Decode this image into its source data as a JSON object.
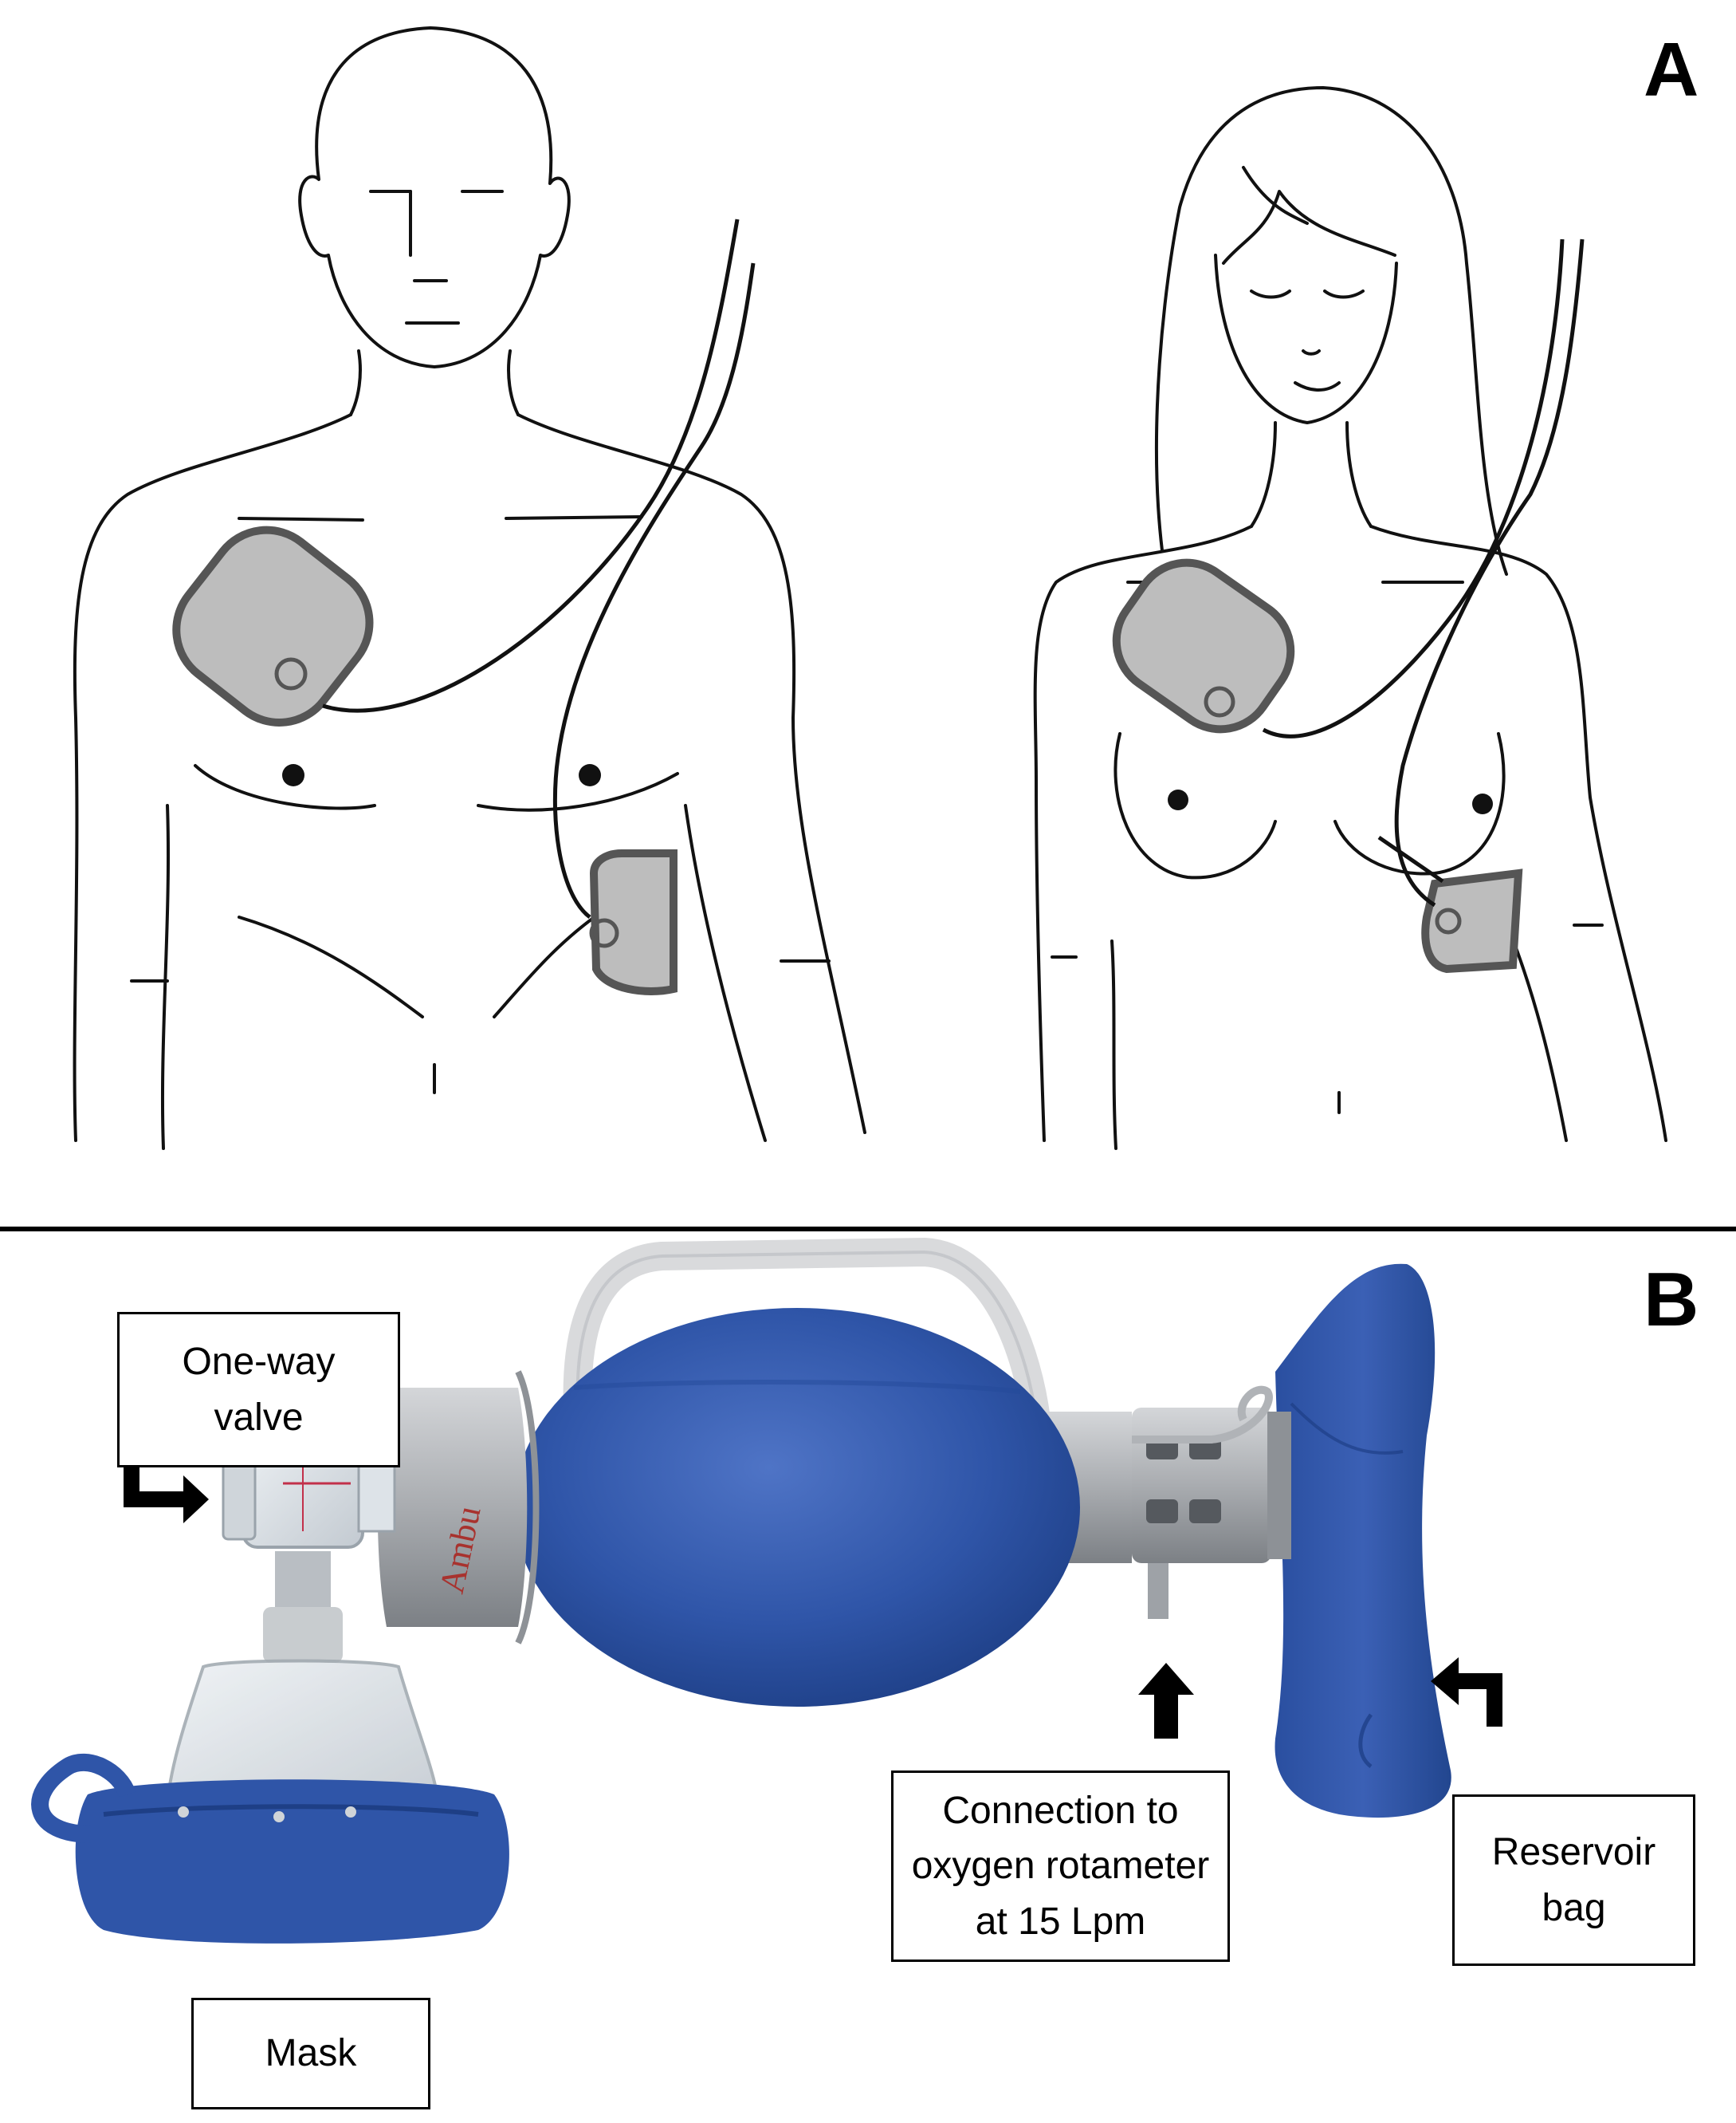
{
  "panels": {
    "a_label": "A",
    "b_label": "B"
  },
  "callouts": {
    "one_way_valve": "One-way\nvalve",
    "mask": "Mask",
    "oxygen_connection": "Connection to\noxygen rotameter\nat 15 Lpm",
    "reservoir_bag": "Reservoir\nbag"
  },
  "device_brand": "Ambu",
  "colors": {
    "pad_fill": "#bdbdbd",
    "pad_stroke": "#555555",
    "bag_blue": "#2f55a8",
    "bag_blue_dark": "#1e3f86",
    "device_grey": "#a9acb0",
    "arrow": "#000000",
    "brand_red": "#a8322e"
  },
  "icons": {
    "valve_arrow": "arrow-right-elbow-icon",
    "oxygen_arrow": "arrow-up-icon",
    "reservoir_arrow": "arrow-left-elbow-icon"
  }
}
